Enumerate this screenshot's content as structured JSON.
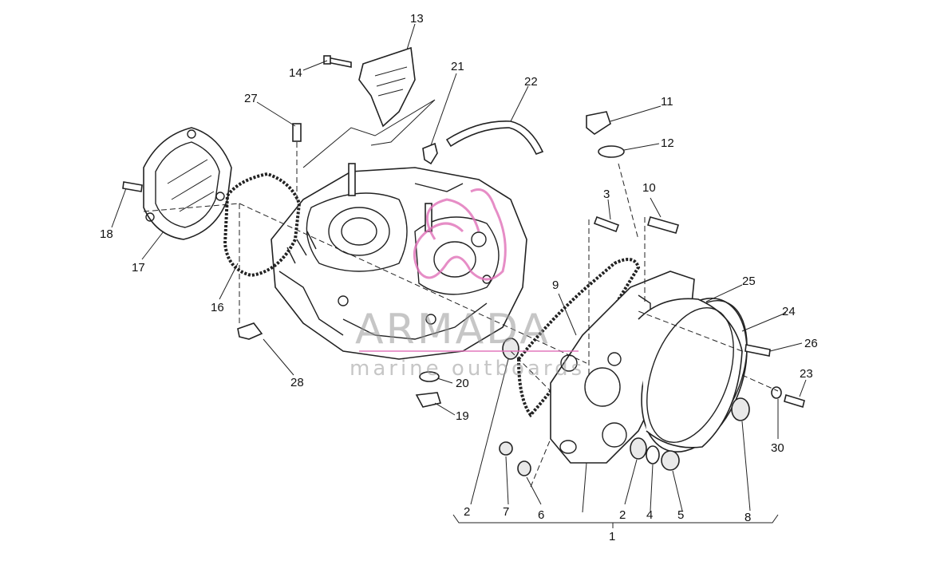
{
  "callouts": {
    "n1": "1",
    "n2a": "2",
    "n2b": "2",
    "n3": "3",
    "n4": "4",
    "n5": "5",
    "n6": "6",
    "n7": "7",
    "n8": "8",
    "n9": "9",
    "n10": "10",
    "n11": "11",
    "n12": "12",
    "n13": "13",
    "n14": "14",
    "n16": "16",
    "n17": "17",
    "n18": "18",
    "n19": "19",
    "n20": "20",
    "n21": "21",
    "n22": "22",
    "n23": "23",
    "n24": "24",
    "n25": "25",
    "n26": "26",
    "n27": "27",
    "n28": "28",
    "n30": "30"
  },
  "watermark": {
    "brand": "ARMADA",
    "tagline": "marine outboards"
  }
}
